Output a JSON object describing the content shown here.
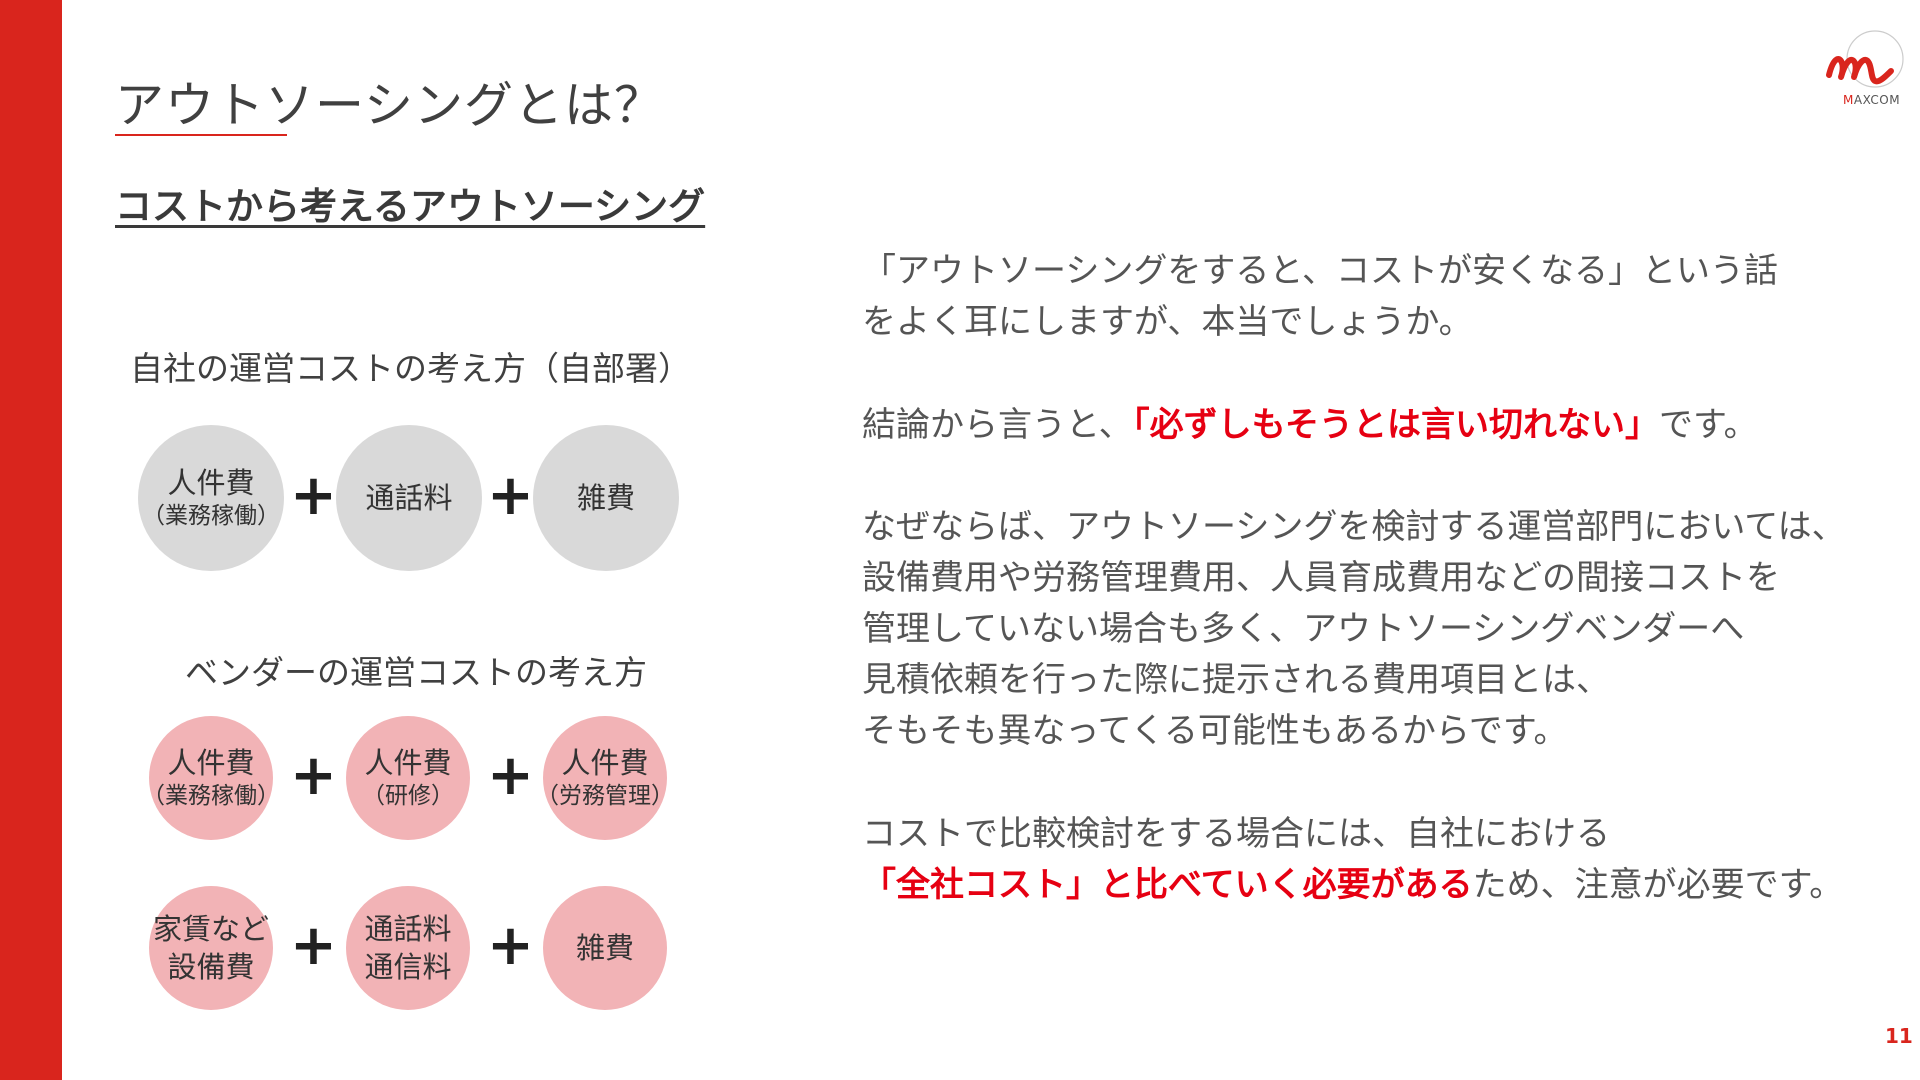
{
  "header": {
    "title": "アウトソーシングとは？",
    "subtitle": "コストから考えるアウトソーシング"
  },
  "logo": {
    "text_m": "M",
    "text_rest": "AXCOM",
    "accent_color": "#d9251d"
  },
  "in_house": {
    "heading": "自社の運営コストの考え方（自部署）",
    "items": [
      {
        "line1": "人件費",
        "line2": "（業務稼働）"
      },
      {
        "line1": "通話料"
      },
      {
        "line1": "雑費"
      }
    ]
  },
  "vendor": {
    "heading": "ベンダーの運営コストの考え方",
    "row1": [
      {
        "line1": "人件費",
        "line2": "（業務稼働）"
      },
      {
        "line1": "人件費",
        "line2": "（研修）"
      },
      {
        "line1": "人件費",
        "line2": "（労務管理）"
      }
    ],
    "row2": [
      {
        "line1": "家賃など",
        "line2": "設備費"
      },
      {
        "line1": "通話料",
        "line2": "通信料"
      },
      {
        "line1": "雑費"
      }
    ]
  },
  "plus_symbol": "+",
  "body": {
    "p1": [
      "「アウトソーシングをすると、コストが安くなる」という話",
      "をよく耳にしますが、本当でしょうか。"
    ],
    "p2": {
      "before": "結論から言うと、",
      "emphasis": "「必ずしもそうとは言い切れない」",
      "after": "です。"
    },
    "p3": [
      "なぜならば、アウトソーシングを検討する運営部門においては、",
      "設備費用や労務管理費用、人員育成費用などの間接コストを",
      "管理していない場合も多く、アウトソーシングベンダーへ",
      "見積依頼を行った際に提示される費用項目とは、",
      "そもそも異なってくる可能性もあるからです。"
    ],
    "p4_line1": "コストで比較検討をする場合には、自社における",
    "p4_line2": {
      "emphasis": "「全社コスト」と比べていく必要がある",
      "after": "ため、注意が必要です。"
    }
  },
  "page_number": "11",
  "colors": {
    "accent": "#d9251d",
    "emphasis": "#e60012",
    "circle_gray": "#d9d9d9",
    "circle_pink": "#f2b3b6"
  }
}
